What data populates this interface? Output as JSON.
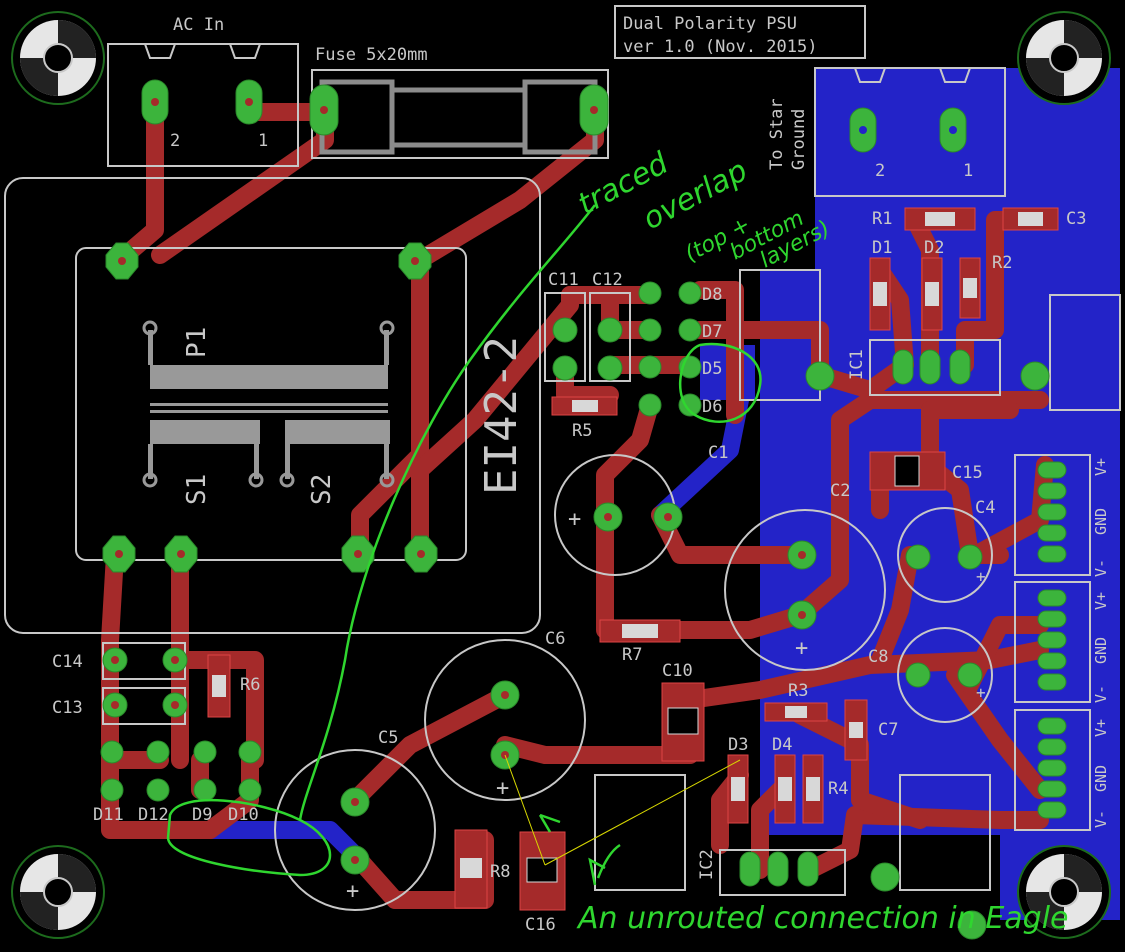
{
  "title_block": {
    "line1": "Dual Polarity PSU",
    "line2": "ver 1.0 (Nov. 2015)"
  },
  "connectors": {
    "ac_in": {
      "label": "AC In",
      "pin2": "2",
      "pin1": "1"
    },
    "star_ground": {
      "label_line1": "To Star",
      "label_line2": "Ground",
      "pin2": "2",
      "pin1": "1"
    }
  },
  "fuse": {
    "label": "Fuse 5x20mm"
  },
  "transformer": {
    "name": "EI42-2",
    "primary": "P1",
    "secondary1": "S1",
    "secondary2": "S2"
  },
  "parts": {
    "c11": "C11",
    "c12": "C12",
    "c14": "C14",
    "c13": "C13",
    "c1": "C1",
    "c2": "C2",
    "c3": "C3",
    "c4": "C4",
    "c5": "C5",
    "c6": "C6",
    "c7": "C7",
    "c8": "C8",
    "c10": "C10",
    "c15": "C15",
    "c16": "C16",
    "r1": "R1",
    "r2": "R2",
    "r3": "R3",
    "r4": "R4",
    "r5": "R5",
    "r6": "R6",
    "r7": "R7",
    "r8": "R8",
    "d1": "D1",
    "d2": "D2",
    "d3": "D3",
    "d4": "D4",
    "d5": "D5",
    "d6": "D6",
    "d7": "D7",
    "d8": "D8",
    "d9": "D9",
    "d10": "D10",
    "d11": "D11",
    "d12": "D12",
    "ic1": "IC1",
    "ic2": "IC2"
  },
  "output_header": {
    "pins": [
      "V+",
      "GND",
      "V-",
      "V+",
      "GND",
      "V-",
      "V+",
      "GND",
      "V-"
    ]
  },
  "polarity": {
    "plus": "+"
  },
  "annotations": {
    "overlap_line1": "traced",
    "overlap_line2": "overlap",
    "overlap_line3": "(top +",
    "overlap_line4": "bottom",
    "overlap_line5": "layers)",
    "unrouted": "An unrouted connection in Eagle"
  },
  "colors": {
    "board": "#000000",
    "top_copper": "#a52a2a",
    "bottom_copper": "#2323c8",
    "pad": "#3cb43c",
    "silkscreen": "#c8c8c8",
    "handwriting": "#2fd62f"
  }
}
